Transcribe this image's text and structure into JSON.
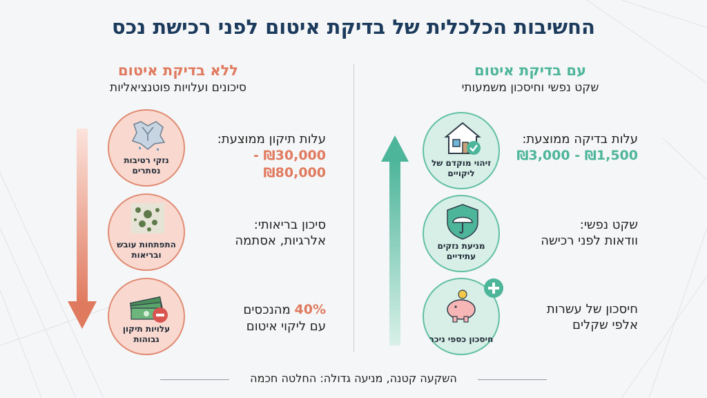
{
  "title": "החשיבות הכלכלית של בדיקת איטום לפני רכישת נכס",
  "right": {
    "heading": "עם בדיקת איטום",
    "subheading": "שקט נפשי וחיסכון משמעותי",
    "items": [
      {
        "label": "זיהוי מוקדם של ליקויים",
        "text_line1": "עלות בדיקה ממוצעת:",
        "text_line2": "₪1,500 - ₪3,000"
      },
      {
        "label": "מניעת נזקים עתידיים",
        "text_line1": "שקט נפשי:",
        "text_line2": "וודאות לפני רכישה"
      },
      {
        "label": "חיסכון כספי ניכר",
        "text_line1": "חיסכון של עשרות",
        "text_line2": "אלפי שקלים"
      }
    ]
  },
  "left": {
    "heading": "ללא בדיקת איטום",
    "subheading": "סיכונים ועלויות פוטנציאליות",
    "items": [
      {
        "label": "נזקי רטיבות נסתרים",
        "text_line1": "עלות תיקון ממוצעת:",
        "text_line2": "₪30,000 - ₪80,000"
      },
      {
        "label": "התפתחות עובש ובריאות",
        "text_line1": "סיכון בריאותי:",
        "text_line2": "אלרגיות, אסתמה"
      },
      {
        "label": "עלויות תיקון גבוהות",
        "text_highlight": "40%",
        "text_line1_rest": " מהנכסים",
        "text_line2": "עם ליקוי איטום"
      }
    ]
  },
  "footer": "השקעה קטנה, מניעה גדולה: החלטה חכמה",
  "colors": {
    "green": "#4db59a",
    "red": "#e07a5f",
    "title": "#1b3a5c"
  }
}
